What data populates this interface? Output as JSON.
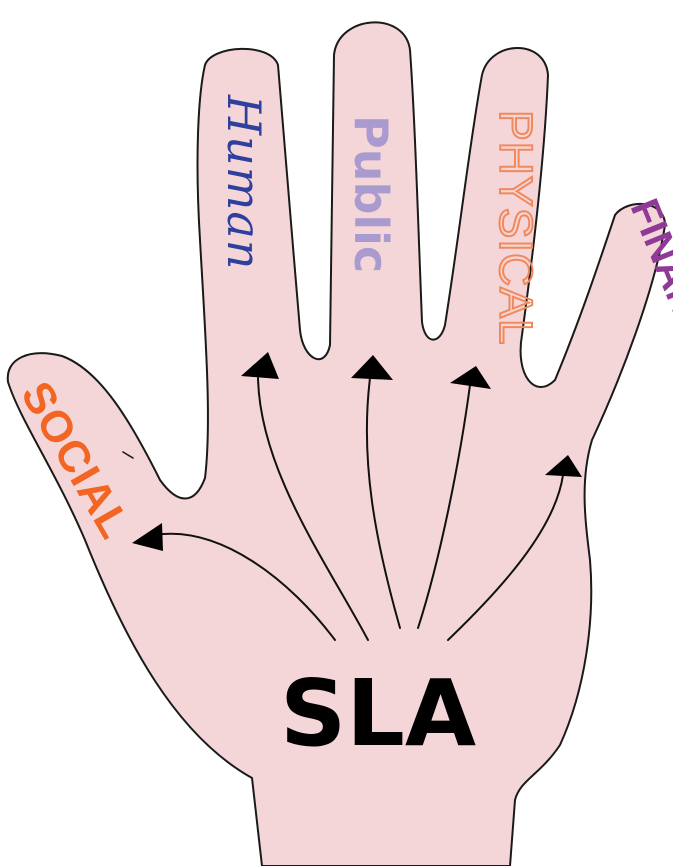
{
  "labels": {
    "social": "SOCIAL",
    "human": "Human",
    "public": "Public",
    "physical": "PHYSICAL",
    "financial": "FINANCIAL",
    "center": "SLA"
  },
  "colors": {
    "skin": "#f5d6d8",
    "outline": "#1a1a1a",
    "social": "#f26522",
    "human": "#2e3f9e",
    "public": "#a99bd0",
    "physical": "#f08a5d",
    "financial": "#8e3a96",
    "center": "#000000"
  },
  "icons": {
    "hand": "open-palm-hand",
    "arrows": "arrow-up"
  }
}
